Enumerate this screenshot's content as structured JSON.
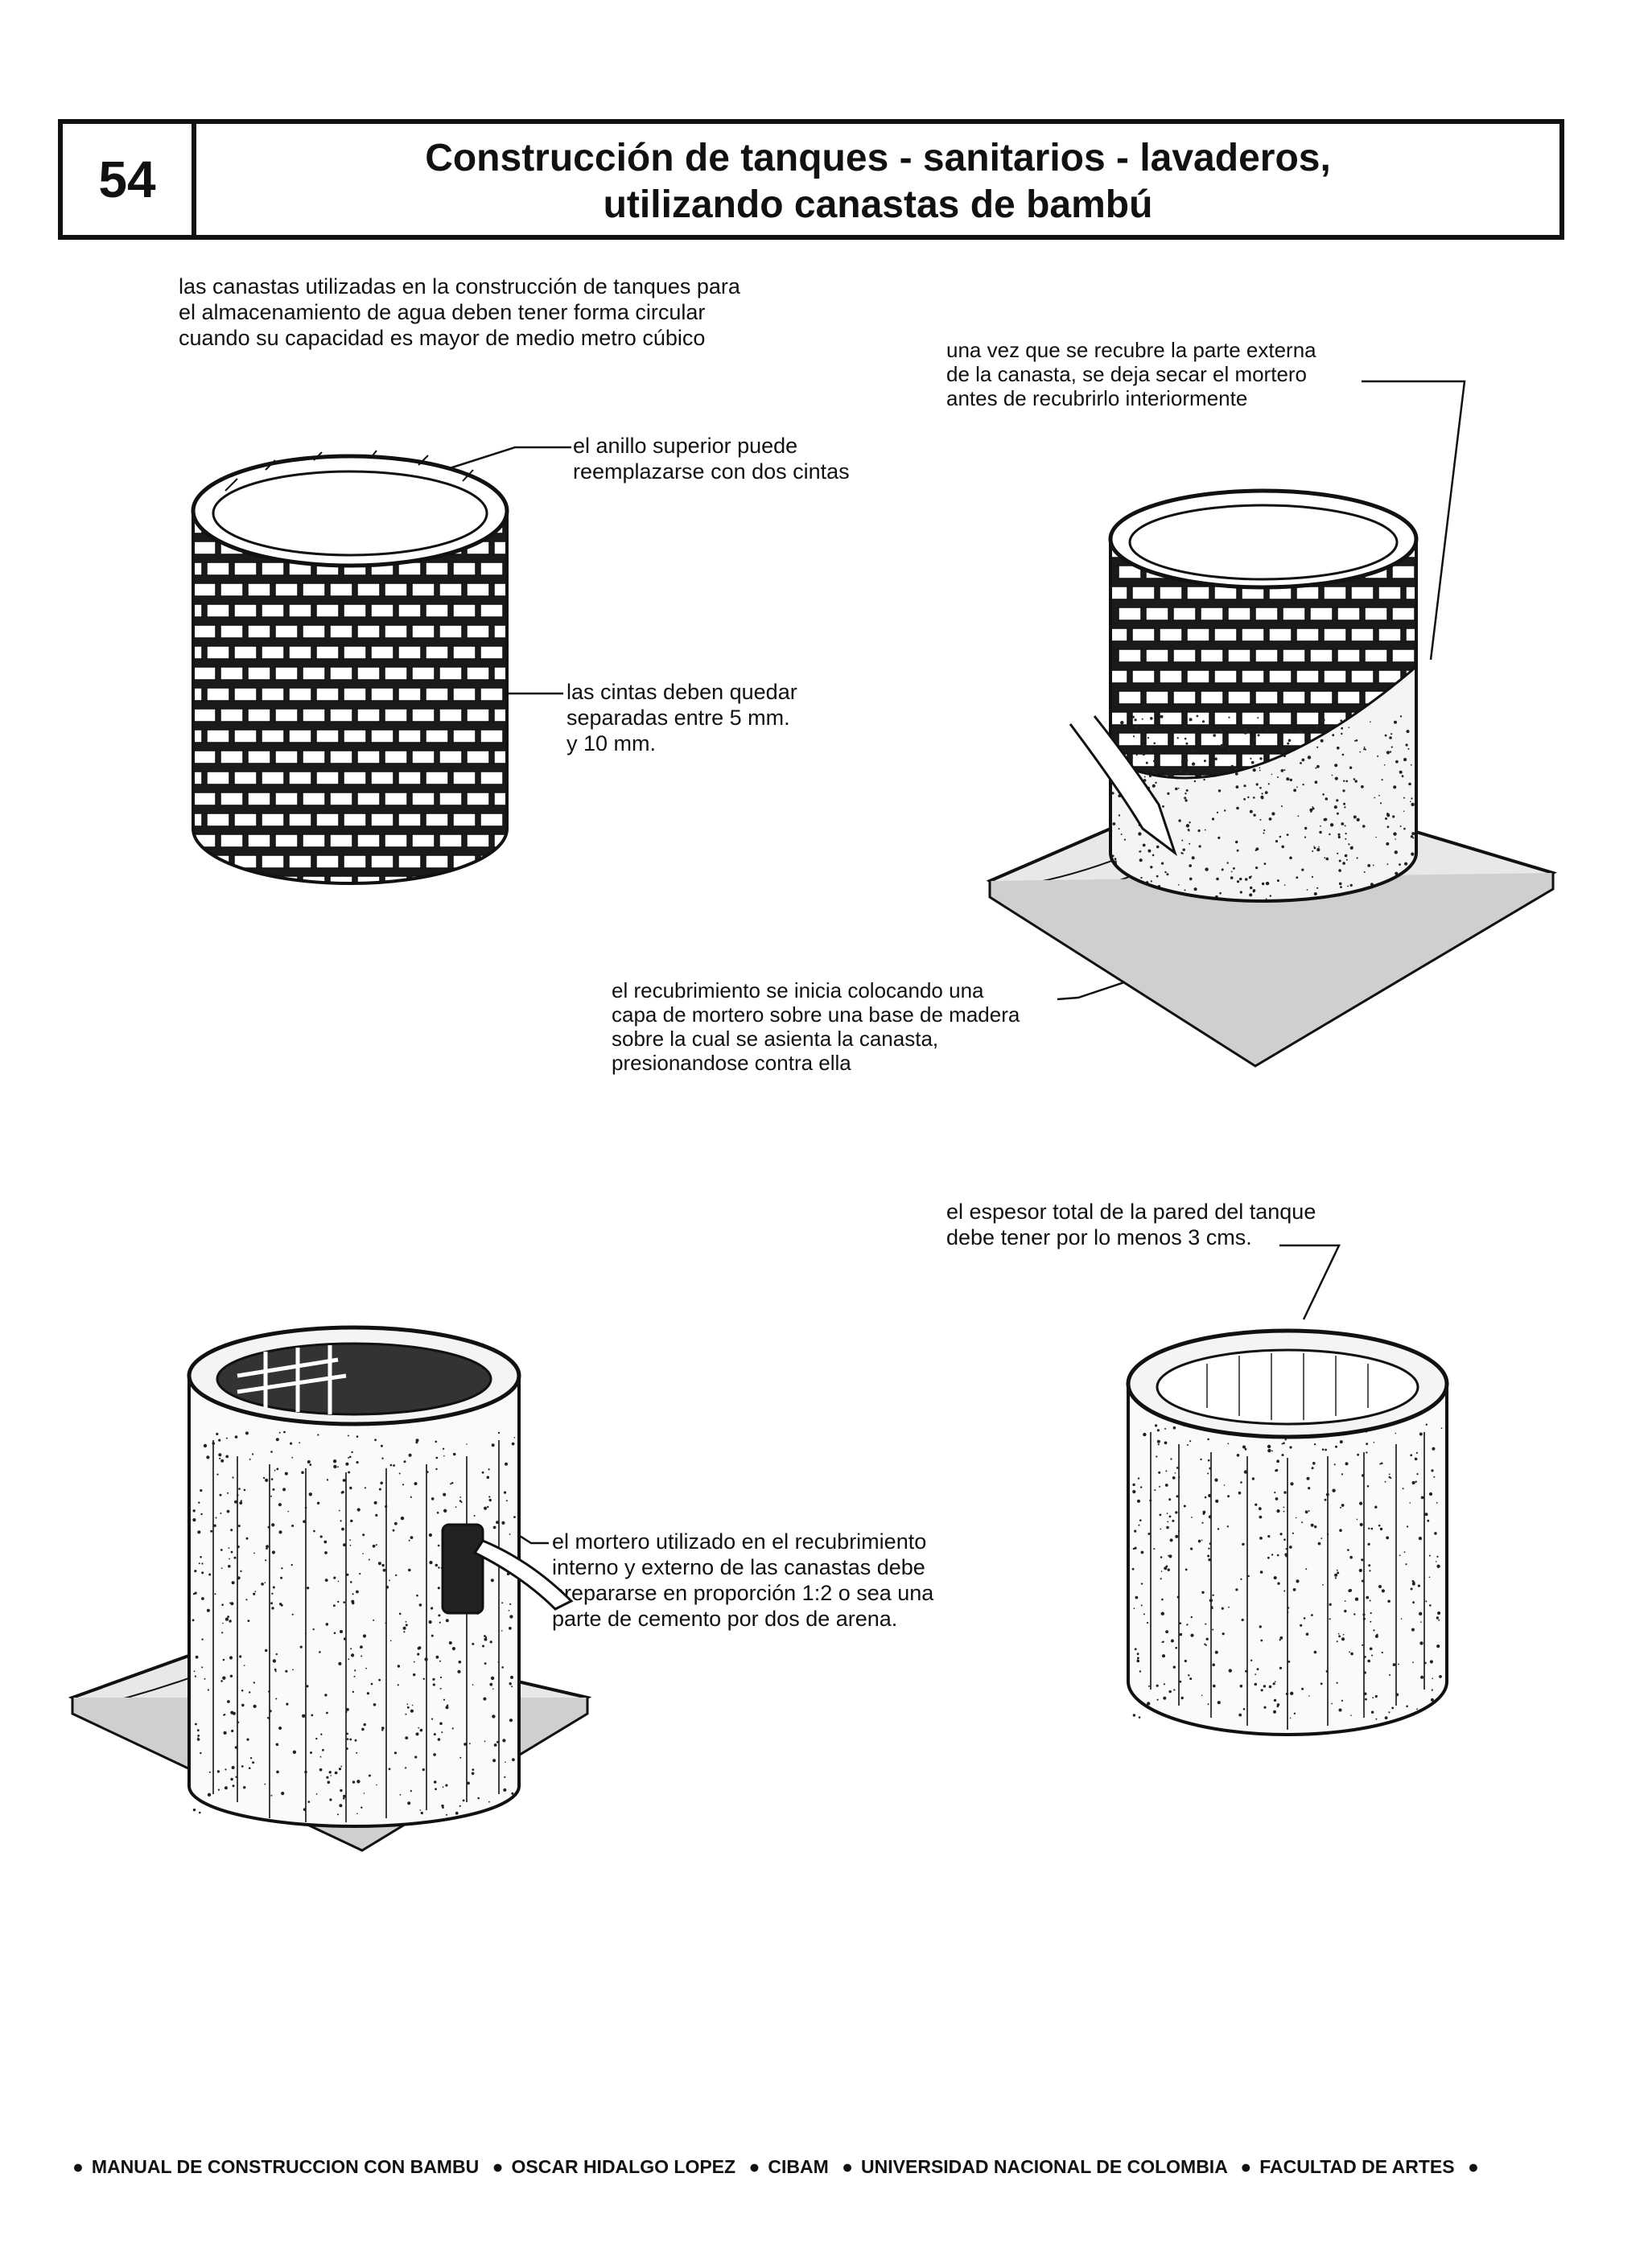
{
  "header": {
    "page_number": "54",
    "title_line1": "Construcción de tanques - sanitarios - lavaderos,",
    "title_line2": "utilizando canastas de bambú"
  },
  "notes": {
    "intro": [
      "las canastas utilizadas en la construcción de tanques para",
      "el almacenamiento de agua deben tener forma circular",
      "cuando su capacidad es mayor de medio metro cúbico"
    ],
    "ring": [
      "el anillo superior  puede",
      "reemplazarse con dos cintas"
    ],
    "strips": [
      "las cintas deben quedar",
      "separadas entre  5 mm.",
      "y 10  mm."
    ],
    "dry": [
      "una vez que se recubre la parte externa",
      "de la canasta,  se deja secar  el mortero",
      "antes de recubrirlo interiormente"
    ],
    "coating": [
      "el recubrimiento se inicia colocando una",
      "capa de mortero sobre una base de madera",
      "sobre la cual se asienta la canasta,",
      "presionandose contra ella"
    ],
    "thickness": [
      "el espesor total de la pared del tanque",
      "debe tener por lo menos 3 cms."
    ],
    "mortar": [
      "el mortero utilizado en el recubrimiento",
      "interno y  externo de  las canastas  debe",
      "prepararse  en proporción  1:2 o sea una",
      "parte de cemento por  dos de arena."
    ]
  },
  "footer": {
    "items": [
      "MANUAL DE CONSTRUCCION CON BAMBU",
      "OSCAR HIDALGO LOPEZ",
      "CIBAM",
      "UNIVERSIDAD NACIONAL DE COLOMBIA",
      "FACULTAD DE ARTES"
    ]
  },
  "figures": {
    "basket_icon": "bamboo-basket-illustration",
    "coated_icon": "partially-coated-basket-illustration",
    "plastered_icon": "plastered-tank-illustration",
    "finished_icon": "finished-tank-illustration"
  }
}
